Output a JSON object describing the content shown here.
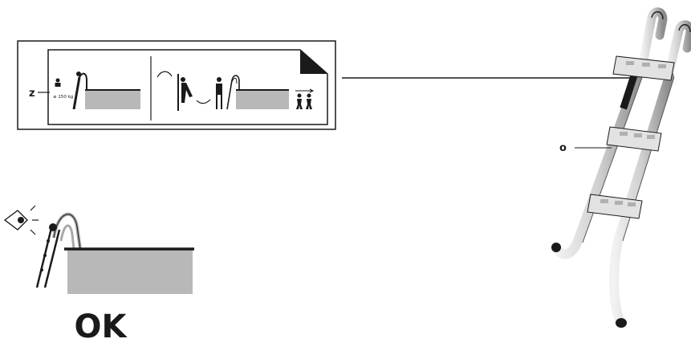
{
  "labels": {
    "z": "z",
    "o": "o",
    "weight_limit": "≤ 150 kg",
    "ok": "OK"
  },
  "colors": {
    "ink": "#1a1a1a",
    "pool_water": "#b8b8b8",
    "metal": "#d4d4d4",
    "step": "#e2e2e2"
  }
}
